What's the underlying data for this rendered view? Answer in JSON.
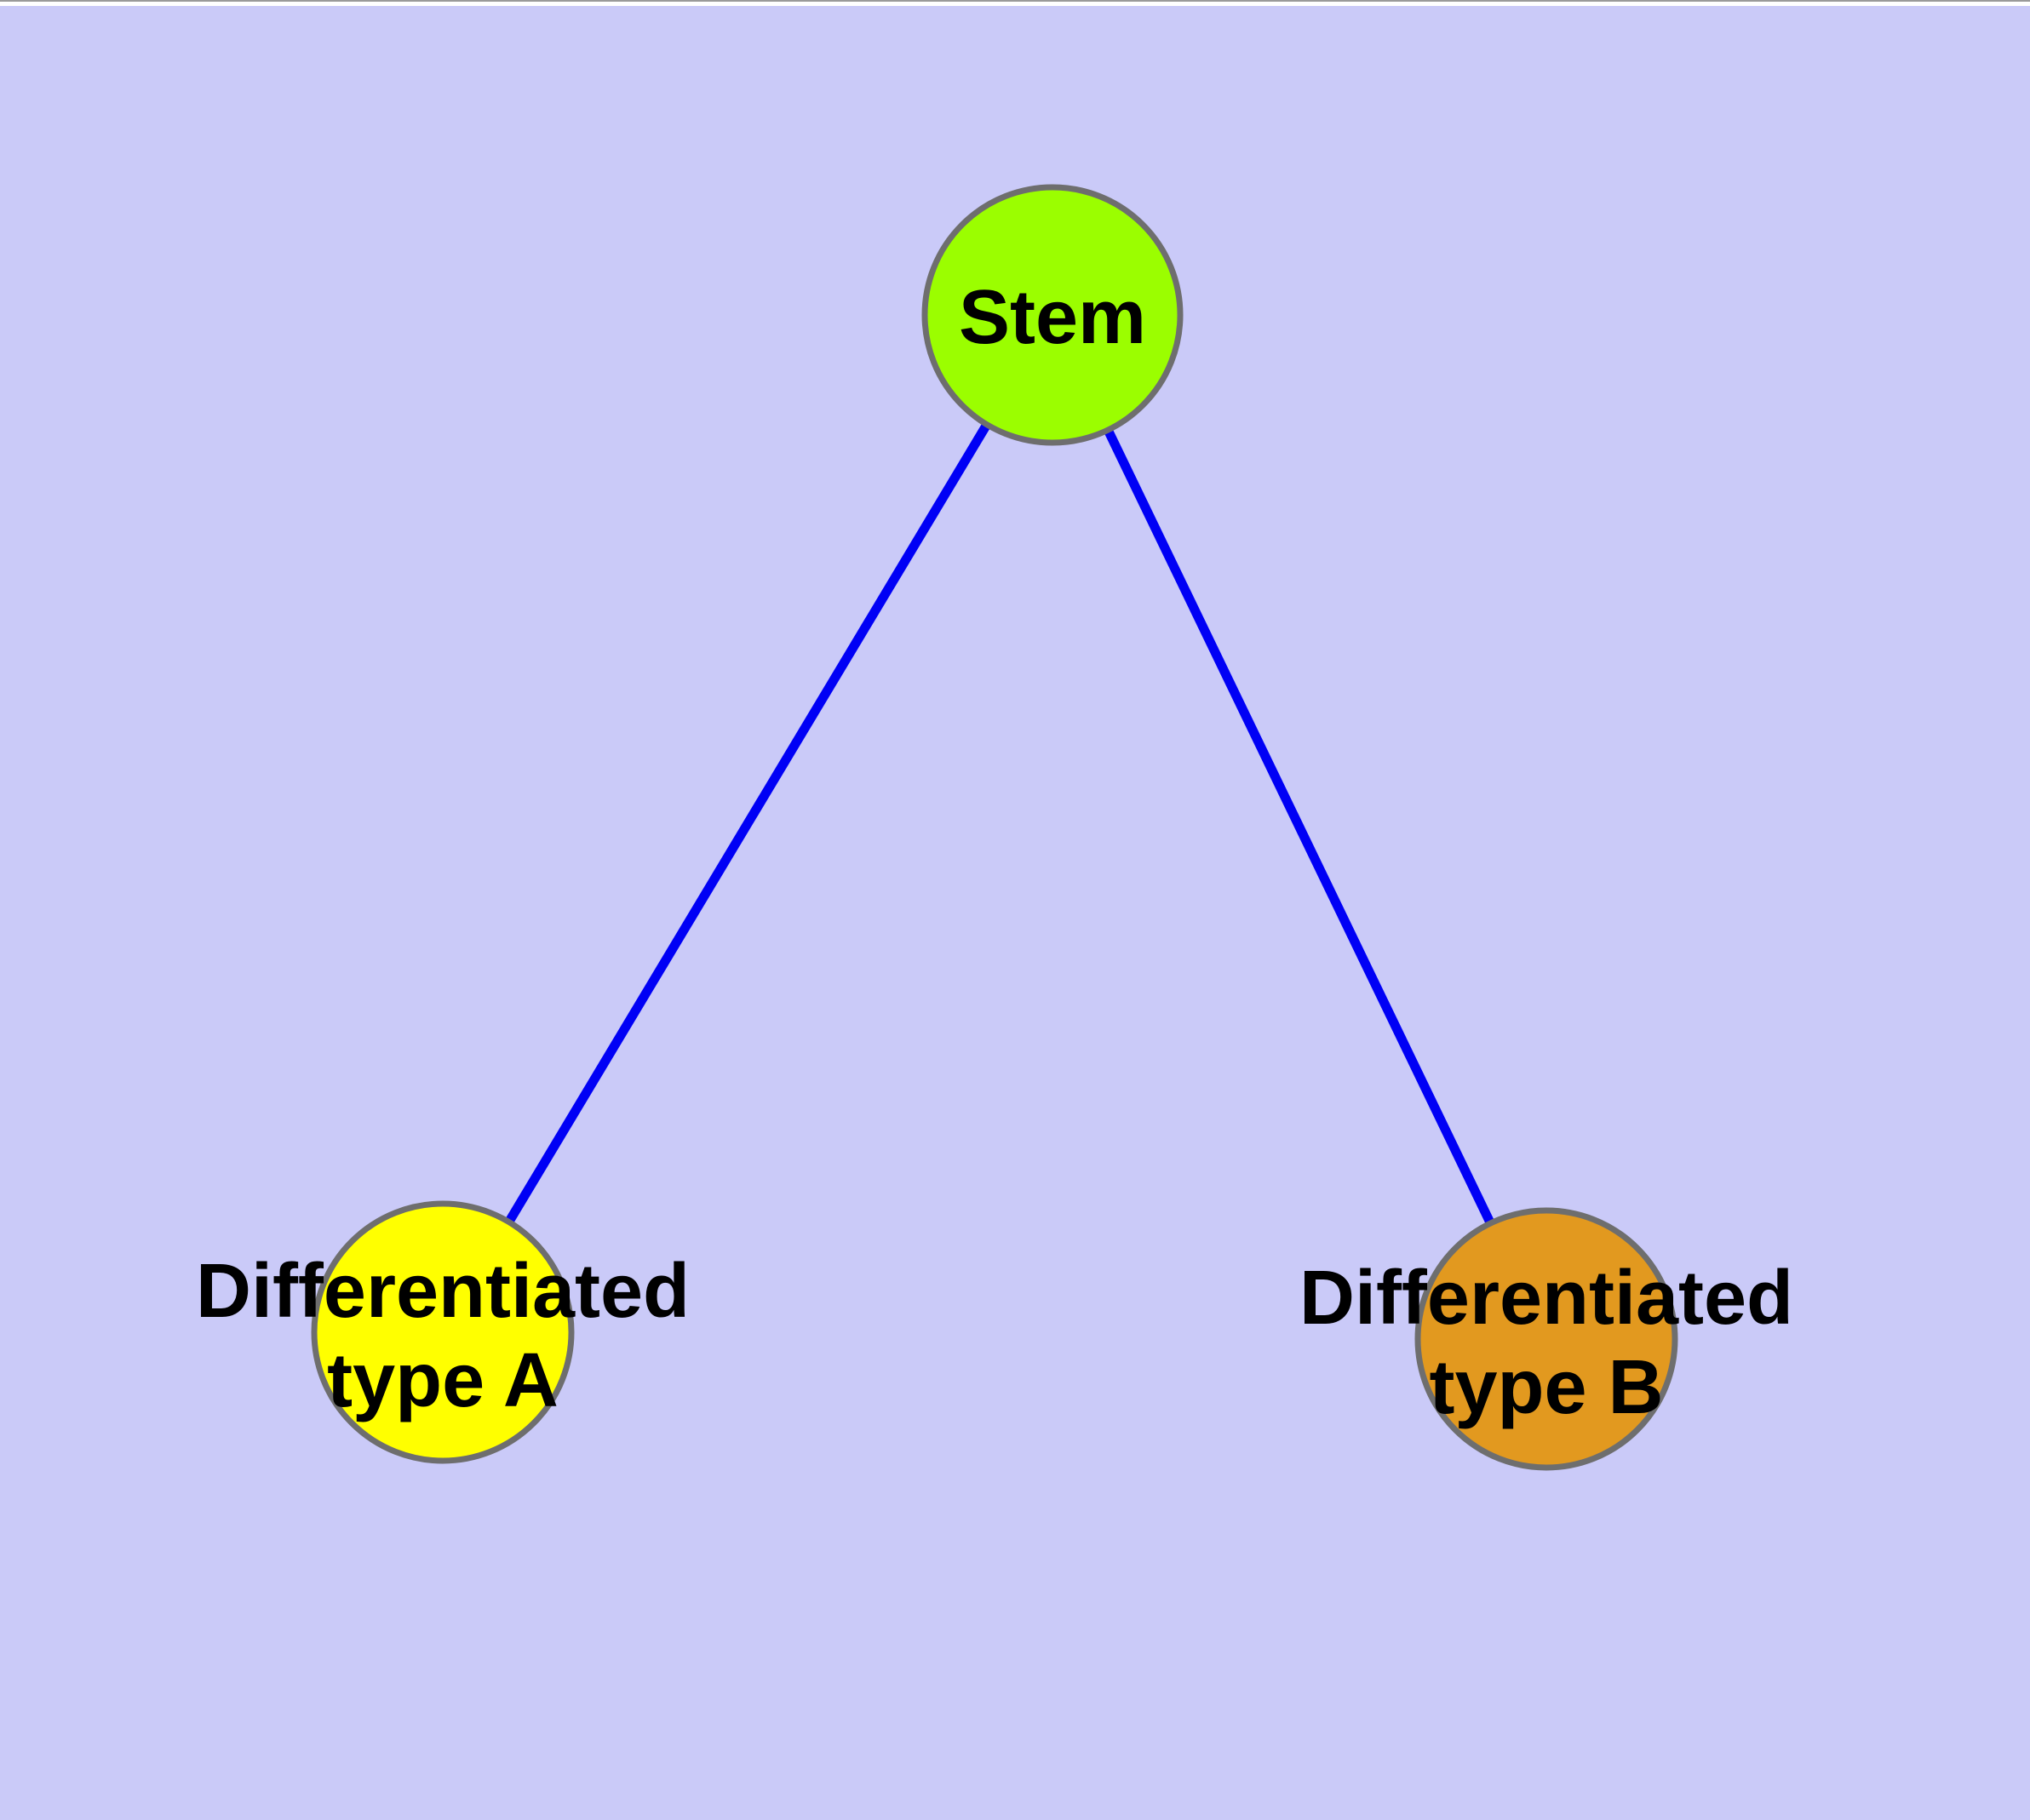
{
  "diagram": {
    "type": "node-link-graph",
    "background_color": "#cacaf8",
    "top_strip_color": "#ffffff",
    "top_edge_color": "#9a9a9a",
    "edge_color": "#0000f5",
    "node_border_color": "#6e6e6e",
    "label_color": "#000000",
    "nodes": [
      {
        "id": "stem",
        "label": "Stem",
        "lines": [
          "Stem"
        ],
        "fill_color": "#9bfe00"
      },
      {
        "id": "differentiated-type-a",
        "label": "Differentiated type A",
        "lines": [
          "Differentiated",
          "type A"
        ],
        "fill_color": "#ffff00"
      },
      {
        "id": "differentiated-type-b",
        "label": "Differentiated type B",
        "lines": [
          "Differentiated",
          "type B"
        ],
        "fill_color": "#e2991f"
      }
    ],
    "edges": [
      {
        "from": "Stem",
        "to": "Differentiated type A"
      },
      {
        "from": "Stem",
        "to": "Differentiated type B"
      }
    ]
  }
}
